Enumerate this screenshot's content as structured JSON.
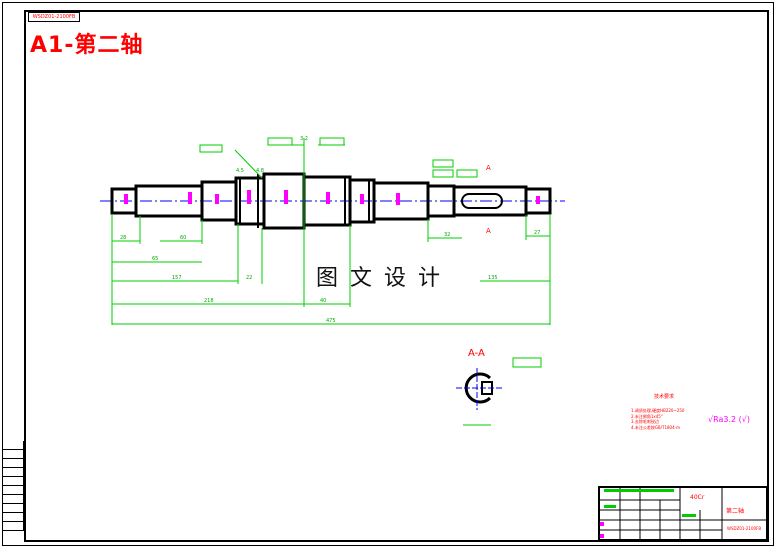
{
  "drawing_number": "WSDZ01-2100FB",
  "sheet_title": "A1-第二轴",
  "watermark": "图文设计",
  "section_label": "A-A",
  "technical_requirements_title": "技术要求",
  "technical_notes": [
    "1.调质处理,硬度HB220~250",
    "2.未注倒角1x45°",
    "3.去除毛刺锐边",
    "4.未注公差按GB/T1804-m"
  ],
  "roughness_symbol": "√Ra3.2 (√)",
  "title_block": {
    "material": "40Cr",
    "part_name": "第二轴",
    "drawing_code": "WSDZ01-2100FB"
  },
  "left_strip": [
    "",
    "",
    "",
    "",
    "",
    "",
    "",
    "",
    "",
    ""
  ],
  "dimensions": {
    "d1": "28",
    "d2": "65",
    "d3": "60",
    "d4": "157",
    "d5": "22",
    "d6": "218",
    "d7": "40",
    "d8": "475",
    "d9": "135",
    "d10": "32",
    "d11": "27",
    "d12": "4.8",
    "d13": "3.2",
    "d14": "4.5"
  },
  "colors": {
    "outline": "#000000",
    "dimension": "#00cc00",
    "annotation": "#ff0000",
    "tolerance": "#ff00ff",
    "centerline": "#0000ff"
  }
}
